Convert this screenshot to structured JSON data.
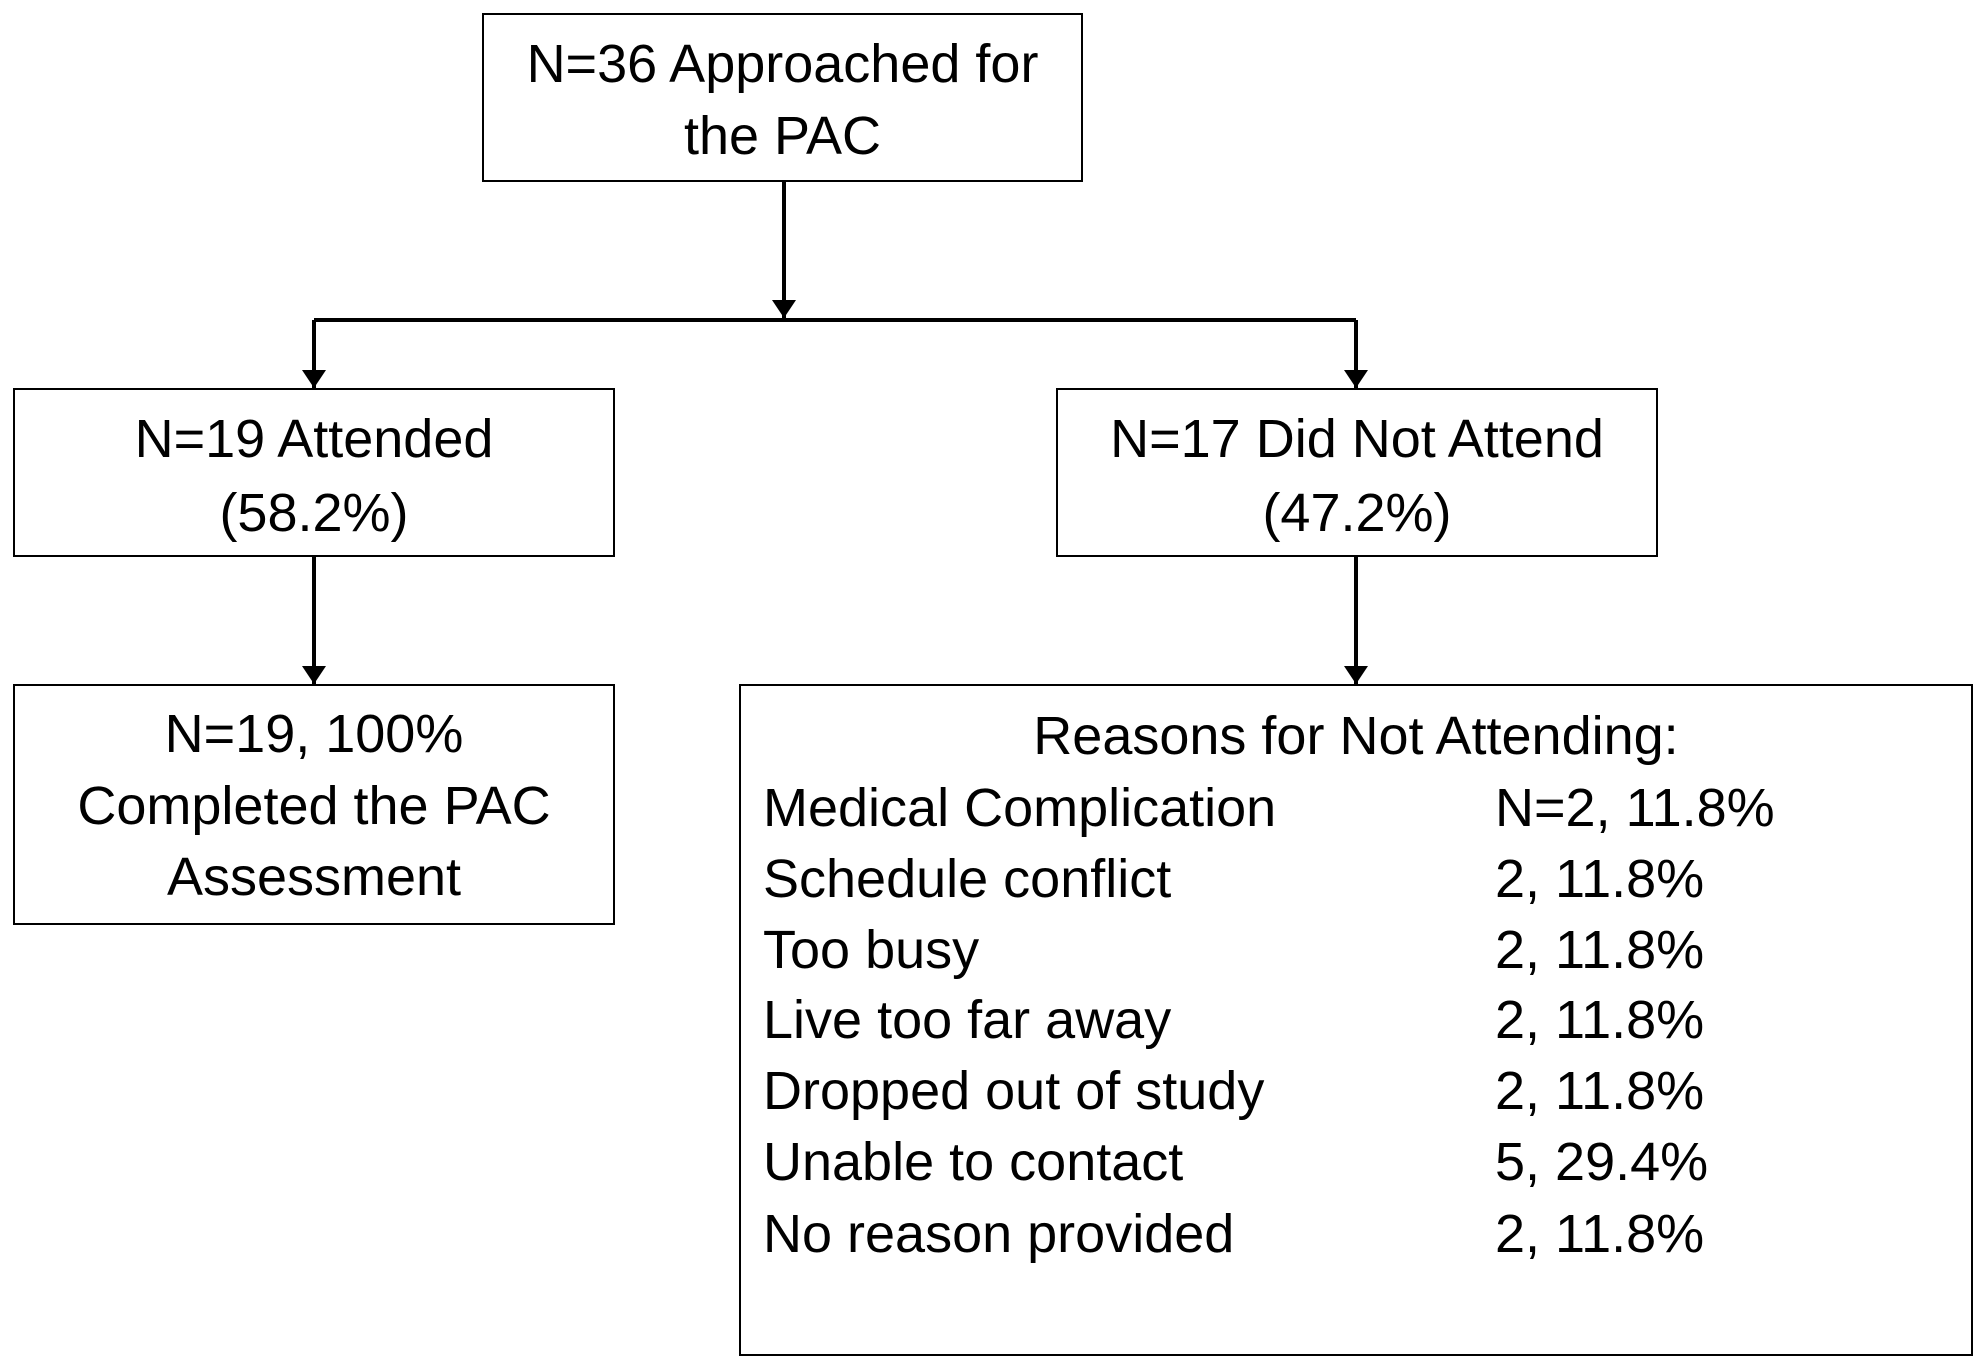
{
  "approached": {
    "line1": "N=36 Approached for",
    "line2": "the PAC"
  },
  "attended": {
    "line1": "N=19 Attended",
    "line2": "(58.2%)"
  },
  "did_not_attend": {
    "line1": "N=17 Did Not Attend",
    "line2": "(47.2%)"
  },
  "completed": {
    "line1": "N=19, 100%",
    "line2": "Completed the PAC",
    "line3": "Assessment"
  },
  "reasons": {
    "title": "Reasons for Not Attending:",
    "items": [
      {
        "label": "Medical Complication",
        "value": "N=2, 11.8%"
      },
      {
        "label": "Schedule conflict",
        "value": "2, 11.8%"
      },
      {
        "label": "Too busy",
        "value": "2, 11.8%"
      },
      {
        "label": "Live too far away",
        "value": "2, 11.8%"
      },
      {
        "label": "Dropped out of study",
        "value": "2, 11.8%"
      },
      {
        "label": "Unable to contact",
        "value": "5, 29.4%"
      },
      {
        "label": "No reason provided",
        "value": "2, 11.8%"
      }
    ]
  }
}
